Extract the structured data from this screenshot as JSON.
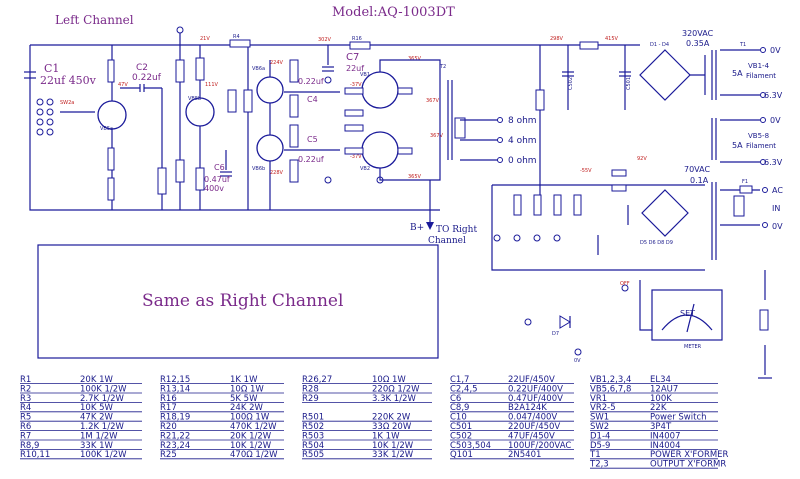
{
  "header": {
    "model": "Model:AQ-1003DT",
    "left_channel": "Left  Channel"
  },
  "colors": {
    "wire": "#1a1a9a",
    "label_purple": "#7a2a8a",
    "label_red": "#c02020"
  },
  "labels": {
    "c1": "C1",
    "c1_val": "22uf  450v",
    "c2": "C2",
    "c2_val": "0.22uf",
    "c4": "C4",
    "c4_val": "0.22uf",
    "c5": "C5",
    "c5_val": "0.22uf",
    "c6": "C6",
    "c6_val1": "0.47uf",
    "c6_val2": "400v",
    "c7": "C7",
    "c7_val": "22uf",
    "b_plus": "B+",
    "to_right": "TO Right",
    "channel": "Channel",
    "vac320": "320VAC",
    "a035": "0.35A",
    "vac70": "70VAC",
    "a01": "0.1A",
    "ohm8": "8  ohm",
    "ohm4": "4  ohm",
    "ohm0": "0  ohm",
    "v0a": "0V",
    "v63a": "6.3V",
    "v0b": "0V",
    "v63b": "6.3V",
    "ac": "AC",
    "in": "IN",
    "v0c": "0V",
    "vb14": "VB1-4",
    "filament1": "Filament",
    "vb58": "VB5-8",
    "filament2": "Filament",
    "a5a": "5A",
    "a5b": "5A",
    "same_as_right": "Same as Right Channel",
    "set": "SET",
    "meter": "METER",
    "v21": "21V",
    "v47": "47V",
    "v111": "111V",
    "v224": "224V",
    "v228": "228V",
    "v302": "302V",
    "v298": "298V",
    "v415": "415V",
    "v365a": "365V",
    "v365b": "365V",
    "v367": "367V",
    "vm37a": "-37V",
    "vm37b": "-37V",
    "v92": "92V",
    "vm55": "-55V"
  },
  "parts_table": {
    "col1": [
      [
        "R1",
        "20K  1W"
      ],
      [
        "R2",
        "100K  1/2W"
      ],
      [
        "R3",
        "2.7K  1/2W"
      ],
      [
        "R4",
        "10K  5W"
      ],
      [
        "R5",
        "47K  2W"
      ],
      [
        "R6",
        "1.2K  1/2W"
      ],
      [
        "R7",
        "1M  1/2W"
      ],
      [
        "R8,9",
        "33K  1W"
      ],
      [
        "R10,11",
        "100K  1/2W"
      ]
    ],
    "col2": [
      [
        "R12,15",
        "1K  1W"
      ],
      [
        "R13,14",
        "10Ω  1W"
      ],
      [
        "R16",
        "5K  5W"
      ],
      [
        "R17",
        "24K  2W"
      ],
      [
        "R18,19",
        "100Ω  1W"
      ],
      [
        "R20",
        "470K  1/2W"
      ],
      [
        "R21,22",
        "20K  1/2W"
      ],
      [
        "R23,24",
        "10K  1/2W"
      ],
      [
        "R25",
        "470Ω  1/2W"
      ]
    ],
    "col3": [
      [
        "R26,27",
        "10Ω  1W"
      ],
      [
        "R28",
        "220Ω  1/2W"
      ],
      [
        "R29",
        "3.3K  1/2W"
      ],
      [
        "",
        ""
      ],
      [
        "R501",
        "220K  2W"
      ],
      [
        "R502",
        "33Ω  20W"
      ],
      [
        "R503",
        "1K  1W"
      ],
      [
        "R504",
        "10K  1/2W"
      ],
      [
        "R505",
        "33K  1/2W"
      ]
    ],
    "col4": [
      [
        "C1,7",
        "22UF/450V"
      ],
      [
        "C2,4,5",
        "0.22UF/400V"
      ],
      [
        "C6",
        "0.47UF/400V"
      ],
      [
        "C8,9",
        "B2A124K"
      ],
      [
        "C10",
        "0.047/400V"
      ],
      [
        "C501",
        "220UF/450V"
      ],
      [
        "C502",
        "47UF/450V"
      ],
      [
        "C503,504",
        "100UF/200VAC"
      ],
      [
        "Q101",
        "2N5401"
      ]
    ],
    "col5": [
      [
        "VB1,2,3,4",
        "EL34"
      ],
      [
        "VB5,6,7,8",
        "12AU7"
      ],
      [
        "VR1",
        "100K"
      ],
      [
        "VR2-5",
        "22K"
      ],
      [
        "SW1",
        "Power  Switch"
      ],
      [
        "SW2",
        "3P4T"
      ],
      [
        "D1-4",
        "IN4007"
      ],
      [
        "D5-9",
        "IN4004"
      ],
      [
        "T1",
        "POWER  X'FORMER"
      ],
      [
        "T2,3",
        "OUTPUT  X'FORMR"
      ]
    ]
  }
}
